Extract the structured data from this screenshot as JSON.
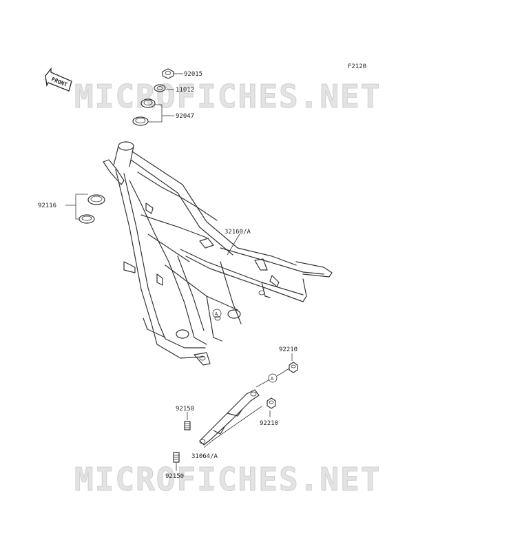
{
  "diagram": {
    "code": "F2120",
    "front_label": "FRONT",
    "watermark": "MICROFICHES.NET",
    "callouts": {
      "nut_top": "92015",
      "washer": "11012",
      "race_upper": "92047",
      "race_lower": "92116",
      "frame": "32160/A",
      "collar_a": "92210",
      "collar_b": "92210",
      "bolt_a": "92150",
      "bolt_b": "92150",
      "rail": "31064/A"
    },
    "ref_marker": "A"
  }
}
